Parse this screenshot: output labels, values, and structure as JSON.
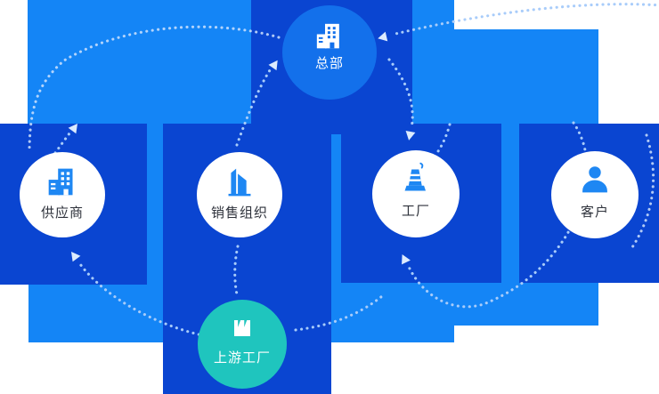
{
  "diagram": {
    "description": "Supply chain network diagram with dotted flow arrows connecting organization nodes",
    "background": "#ffffff"
  },
  "colors": {
    "light_blue_block": "#1485F6",
    "dark_blue_block": "#0A45D1",
    "hq_circle": "#1370EB",
    "teal_circle": "#1FC5BE",
    "icon_blue": "#1E87F3",
    "label_dark": "#2E323B",
    "label_light": "#FFFFFF",
    "dotted_line": "#A8CCFA",
    "arrowhead": "#DCEBFE"
  },
  "nodes": [
    {
      "id": "hq",
      "label": "总部",
      "icon": "building-hq-icon",
      "variant": "blue-circle"
    },
    {
      "id": "supplier",
      "label": "供应商",
      "icon": "building-supplier-icon",
      "variant": "white-circle"
    },
    {
      "id": "sales-org",
      "label": "销售组织",
      "icon": "building-sales-icon",
      "variant": "white-circle"
    },
    {
      "id": "factory",
      "label": "工厂",
      "icon": "factory-kiln-icon",
      "variant": "white-circle"
    },
    {
      "id": "customer",
      "label": "客户",
      "icon": "person-icon",
      "variant": "white-circle"
    },
    {
      "id": "upstream-factory",
      "label": "上游工厂",
      "icon": "factory-sawtooth-icon",
      "variant": "teal-circle"
    }
  ],
  "flow_arrows": [
    {
      "from": "sales-org",
      "to": "hq",
      "arrowhead": true
    },
    {
      "from": "right-edge",
      "to": "hq",
      "arrowhead": true
    },
    {
      "from": "hq",
      "to": "factory",
      "arrowhead": true
    },
    {
      "from": "supplier",
      "to": "hq",
      "arrowhead": true
    },
    {
      "from": "customer",
      "to": "factory",
      "arrowhead": true
    },
    {
      "from": "upstream-factory",
      "to": "supplier",
      "arrowhead": true
    },
    {
      "from": "upstream-factory",
      "to": "factory",
      "arrowhead": false
    },
    {
      "from": "sales-org",
      "to": "upstream-factory",
      "arrowhead": false
    },
    {
      "from": "customer",
      "to": "customer-right",
      "arrowhead": false
    }
  ]
}
